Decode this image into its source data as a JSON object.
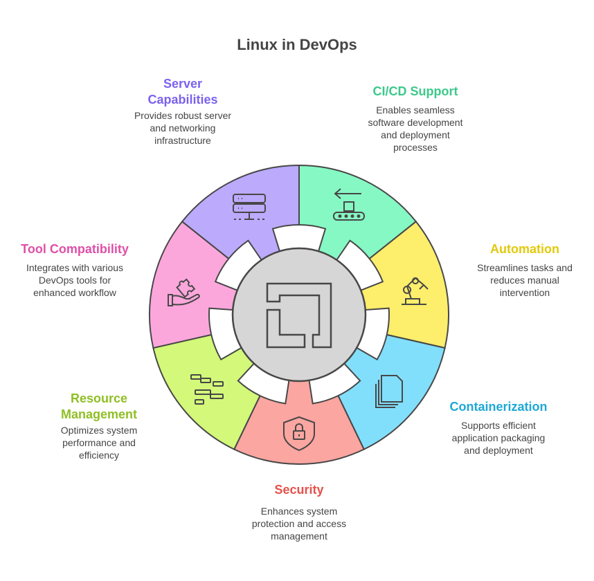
{
  "title": "Linux in DevOps",
  "stroke_color": "#474747",
  "center_icon": "linux-logo-icon",
  "segments": [
    {
      "name": "CI/CD Support",
      "desc": "Enables seamless software development and deployment processes",
      "color": "#86f8c4",
      "title_color": "#3cc98b",
      "icon": "conveyor-box-icon"
    },
    {
      "name": "Automation",
      "desc": "Streamlines tasks and reduces manual intervention",
      "color": "#fdee6b",
      "title_color": "#e2c90c",
      "icon": "robot-arm-icon"
    },
    {
      "name": "Containerization",
      "desc": "Supports efficient application packaging and deployment",
      "color": "#82dffc",
      "title_color": "#1ea8d6",
      "icon": "stacked-documents-icon"
    },
    {
      "name": "Security",
      "desc": "Enhances system protection and access management",
      "color": "#fca6a1",
      "title_color": "#e5514b",
      "icon": "shield-lock-icon"
    },
    {
      "name": "Resource Management",
      "desc": "Optimizes system performance and efficiency",
      "color": "#d3f87a",
      "title_color": "#8fbf24",
      "icon": "gantt-chart-icon"
    },
    {
      "name": "Tool Compatibility",
      "desc": "Integrates with various DevOps tools for enhanced workflow",
      "color": "#fca7dc",
      "title_color": "#df4fa7",
      "icon": "hand-puzzle-icon"
    },
    {
      "name": "Server Capabilities",
      "desc": "Provides robust server and networking infrastructure",
      "color": "#bcaafd",
      "title_color": "#7b62ee",
      "icon": "server-rack-icon"
    }
  ]
}
